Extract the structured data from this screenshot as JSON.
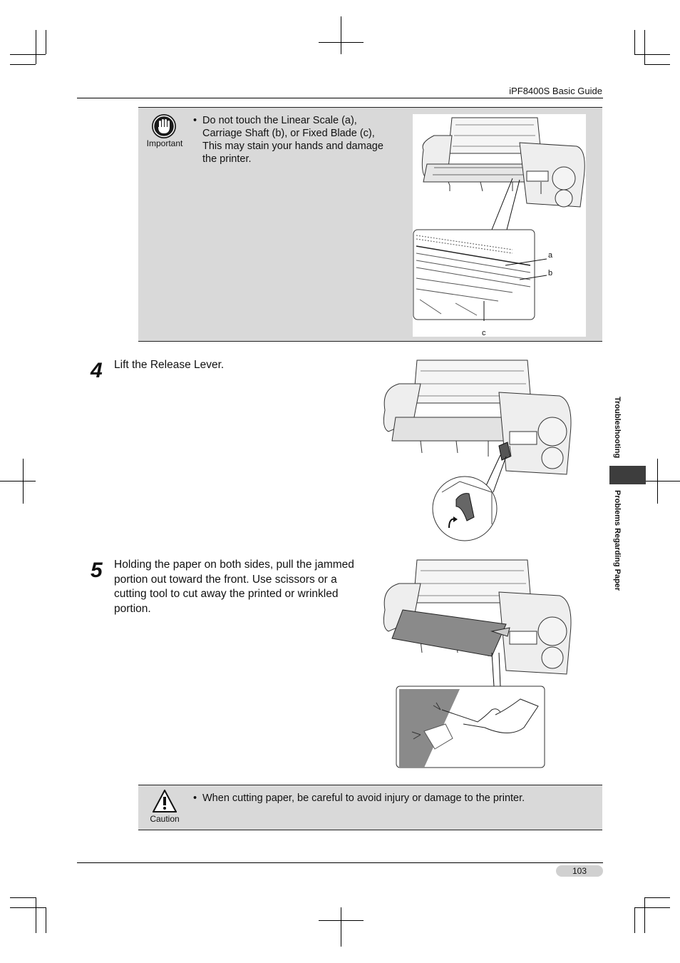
{
  "header": {
    "title": "iPF8400S Basic Guide"
  },
  "important_note": {
    "icon_label": "Important",
    "text": "Do not touch the Linear Scale (a), Carriage Shaft (b), or Fixed Blade (c), This may stain your hands and damage the printer.",
    "callouts": {
      "a": "a",
      "b": "b",
      "c": "c"
    }
  },
  "steps": [
    {
      "number": "4",
      "text": "Lift the Release Lever."
    },
    {
      "number": "5",
      "text": "Holding the paper on both sides, pull the jammed portion out toward the front. Use scissors or a cutting tool to cut away the printed or wrinkled portion."
    }
  ],
  "caution_note": {
    "icon_label": "Caution",
    "text": "When cutting paper, be careful to avoid injury or damage to the printer."
  },
  "side_tabs": {
    "section": "Troubleshooting",
    "subsection": "Problems Regarding Paper"
  },
  "footer": {
    "page_number": "103"
  }
}
